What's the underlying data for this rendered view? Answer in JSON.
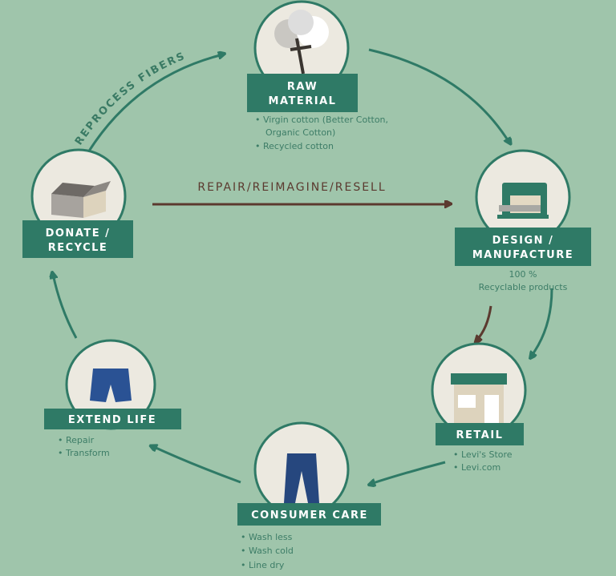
{
  "colors": {
    "background": "#9fc5ab",
    "accent": "#2f7a66",
    "brown_arrow": "#5b3a2f",
    "circle": "#ece9e0"
  },
  "arrows": {
    "reprocess": "REPROCESS FIBERS",
    "repair": "REPAIR/REIMAGINE/RESELL"
  },
  "stages": {
    "raw": {
      "line1": "RAW",
      "line2": "MATERIAL",
      "icon": "cotton-plant-icon",
      "notes": [
        "• Virgin cotton (Better Cotton,",
        "Organic Cotton)",
        "• Recycled cotton"
      ]
    },
    "design": {
      "line1": "DESIGN /",
      "line2": "MANUFACTURE",
      "icon": "sewing-machine-icon",
      "notes": [
        "100 %",
        "Recyclable products"
      ]
    },
    "retail": {
      "line1": "RETAIL",
      "icon": "store-icon",
      "notes": [
        "• Levi's Store",
        "• Levi.com"
      ]
    },
    "consumer": {
      "line1": "CONSUMER CARE",
      "icon": "jeans-icon",
      "notes": [
        "• Wash less",
        "• Wash cold",
        "• Line dry"
      ]
    },
    "extend": {
      "line1": "EXTEND LIFE",
      "icon": "shorts-icon",
      "notes": [
        "• Repair",
        "• Transform"
      ]
    },
    "donate": {
      "line1": "DONATE /",
      "line2": "RECYCLE",
      "icon": "box-icon"
    }
  }
}
